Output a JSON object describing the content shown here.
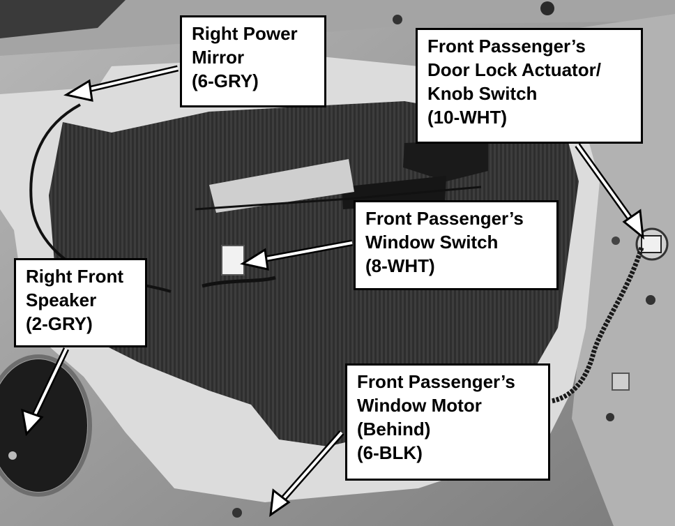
{
  "photo": {
    "subject": "door-panel-removed",
    "colors": {
      "label_bg": "#ffffff",
      "label_border": "#000000",
      "arrow_fill": "#ffffff",
      "arrow_outline": "#000000"
    }
  },
  "labels": {
    "mirror": {
      "lines": [
        "Right Power",
        "Mirror",
        "(6-GRY)"
      ]
    },
    "lock": {
      "lines": [
        "Front Passenger’s",
        "Door Lock Actuator/",
        "Knob Switch",
        "(10-WHT)"
      ]
    },
    "window": {
      "lines": [
        "Front Passenger’s",
        "Window Switch",
        "(8-WHT)"
      ]
    },
    "speaker": {
      "lines": [
        "Right Front",
        "Speaker",
        "(2-GRY)"
      ]
    },
    "motor": {
      "lines": [
        "Front Passenger’s",
        "Window Motor",
        "(Behind)",
        "(6-BLK)"
      ]
    }
  }
}
